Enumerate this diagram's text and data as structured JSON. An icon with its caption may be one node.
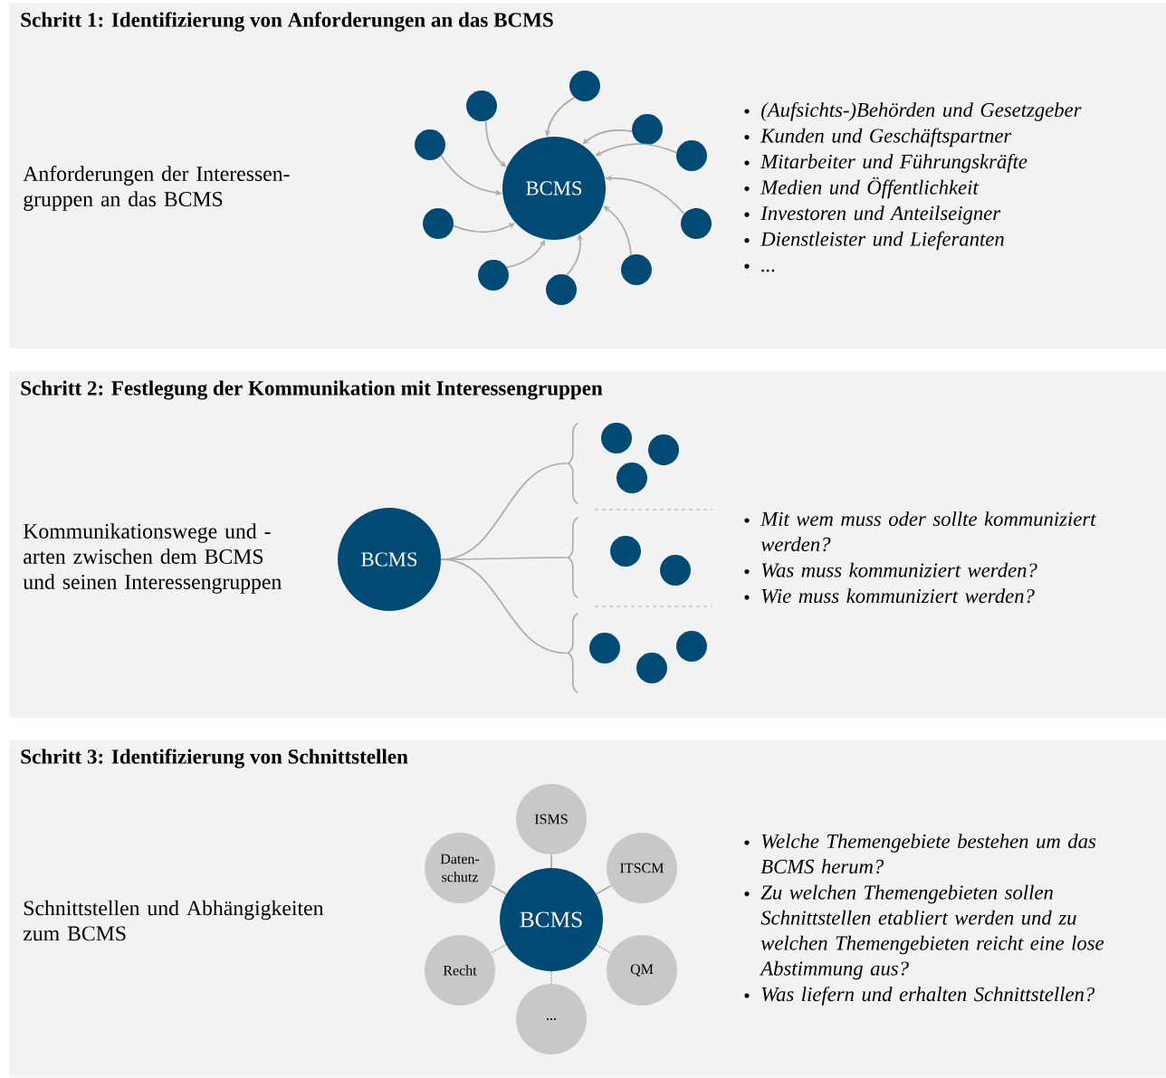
{
  "diagram": {
    "nodes": [
      {
        "text": [
          "Schritt 1: Identifizierung  von Anforderungen an das BCMS",
          "Anforderungen der Interessen- gruppen an das BCMS",
          "(Aufsichts-)Behörden und Gesetzgeber",
          "Kunden und Geschäftspartner",
          "Mitarbeiter und Führungskräfte",
          "Medien und Öffentlichkeit",
          "Investoren und Anteilseigner",
          "Dienstleister und Lieferanten",
          "..."
        ]
      },
      {
        "text": [
          "BCMS"
        ],
        "in": 0
      },
      {
        "text": [],
        "shape": "circle",
        "in": 0
      },
      {
        "text": [],
        "shape": "circle",
        "in": 0
      },
      {
        "text": [],
        "shape": "circle",
        "in": 0
      },
      {
        "text": [],
        "shape": "circle",
        "in": 0
      },
      {
        "text": [],
        "shape": "circle",
        "in": 0
      },
      {
        "text": [],
        "shape": "circle",
        "in": 0
      },
      {
        "text": [],
        "shape": "circle",
        "in": 0
      },
      {
        "text": [],
        "shape": "circle",
        "in": 0
      },
      {
        "text": [],
        "shape": "circle",
        "in": 0
      },
      {
        "text": [],
        "shape": "circle",
        "in": 0
      },
      {
        "text": [
          "Schritt 2: Festlegung der Kommunikation mit Interessengruppen",
          "Kommunikationswege und -arten zwischen dem BCMS und seinen Interessengruppen",
          "Mit wem muss oder sollte kommuniziert werden?",
          "Was muss kommuniziert werden?",
          "Wie muss kommuniziert werden?"
        ]
      },
      {
        "text": [
          "BCMS"
        ],
        "in": 12
      },
      {
        "text": [],
        "shape": "brace",
        "in": 12
      },
      {
        "text": [],
        "shape": "brace",
        "in": 12
      },
      {
        "text": [],
        "shape": "brace",
        "in": 12
      },
      {
        "text": [],
        "shape": "circle",
        "in": 12
      },
      {
        "text": [],
        "shape": "circle",
        "in": 12
      },
      {
        "text": [],
        "shape": "circle",
        "in": 12
      },
      {
        "text": [],
        "shape": "circle",
        "in": 12
      },
      {
        "text": [],
        "shape": "circle",
        "in": 12
      },
      {
        "text": [],
        "shape": "circle",
        "in": 12
      },
      {
        "text": [],
        "shape": "circle",
        "in": 12
      },
      {
        "text": [],
        "shape": "circle",
        "in": 12
      },
      {
        "text": [
          "Schritt 3: Identifizierung von Schnittstellen",
          "Schnittstellen und Abhängigkeiten zum BCMS",
          "Welche Themengebiete bestehen um das BCMS herum?",
          "Zu welchen Themengebieten sollen Schnittstellen etabliert werden und zu welchen Themengebieten reicht eine lose Abstimmung aus?",
          "Was liefern und erhalten Schnittstellen?"
        ]
      },
      {
        "text": [
          "BCMS"
        ],
        "in": 25
      },
      {
        "text": [
          "ISMS"
        ],
        "in": 25
      },
      {
        "text": [
          "Daten- schutz"
        ],
        "in": 25
      },
      {
        "text": [
          "ITSCM"
        ],
        "in": 25
      },
      {
        "text": [
          "Recht"
        ],
        "in": 25
      },
      {
        "text": [
          "QM"
        ],
        "in": 25
      },
      {
        "text": [
          "..."
        ],
        "in": 25
      }
    ],
    "edges": [
      {
        "from": 2,
        "to": 1,
        "arrow": "to"
      },
      {
        "from": 3,
        "to": 1,
        "arrow": "to"
      },
      {
        "from": 4,
        "to": 1,
        "arrow": "to"
      },
      {
        "from": 5,
        "to": 1,
        "arrow": "to"
      },
      {
        "from": 6,
        "to": 1,
        "arrow": "to"
      },
      {
        "from": 7,
        "to": 1,
        "arrow": "to"
      },
      {
        "from": 8,
        "to": 1,
        "arrow": "to"
      },
      {
        "from": 9,
        "to": 1,
        "arrow": "to"
      },
      {
        "from": 10,
        "to": 1,
        "arrow": "to"
      },
      {
        "from": 11,
        "to": 1,
        "arrow": "to"
      },
      {
        "from": 13,
        "to": 14,
        "arrow": "none"
      },
      {
        "from": 13,
        "to": 15,
        "arrow": "none"
      },
      {
        "from": 13,
        "to": 16,
        "arrow": "none"
      },
      {
        "from": 26,
        "to": 27,
        "arrow": "none"
      },
      {
        "from": 26,
        "to": 28,
        "arrow": "none"
      },
      {
        "from": 26,
        "to": 29,
        "arrow": "none"
      },
      {
        "from": 26,
        "to": 30,
        "arrow": "none",
        "style": "dashed"
      },
      {
        "from": 26,
        "to": 31,
        "arrow": "none",
        "style": "dashed"
      },
      {
        "from": 26,
        "to": 32,
        "arrow": "none",
        "style": "dashed"
      }
    ]
  }
}
